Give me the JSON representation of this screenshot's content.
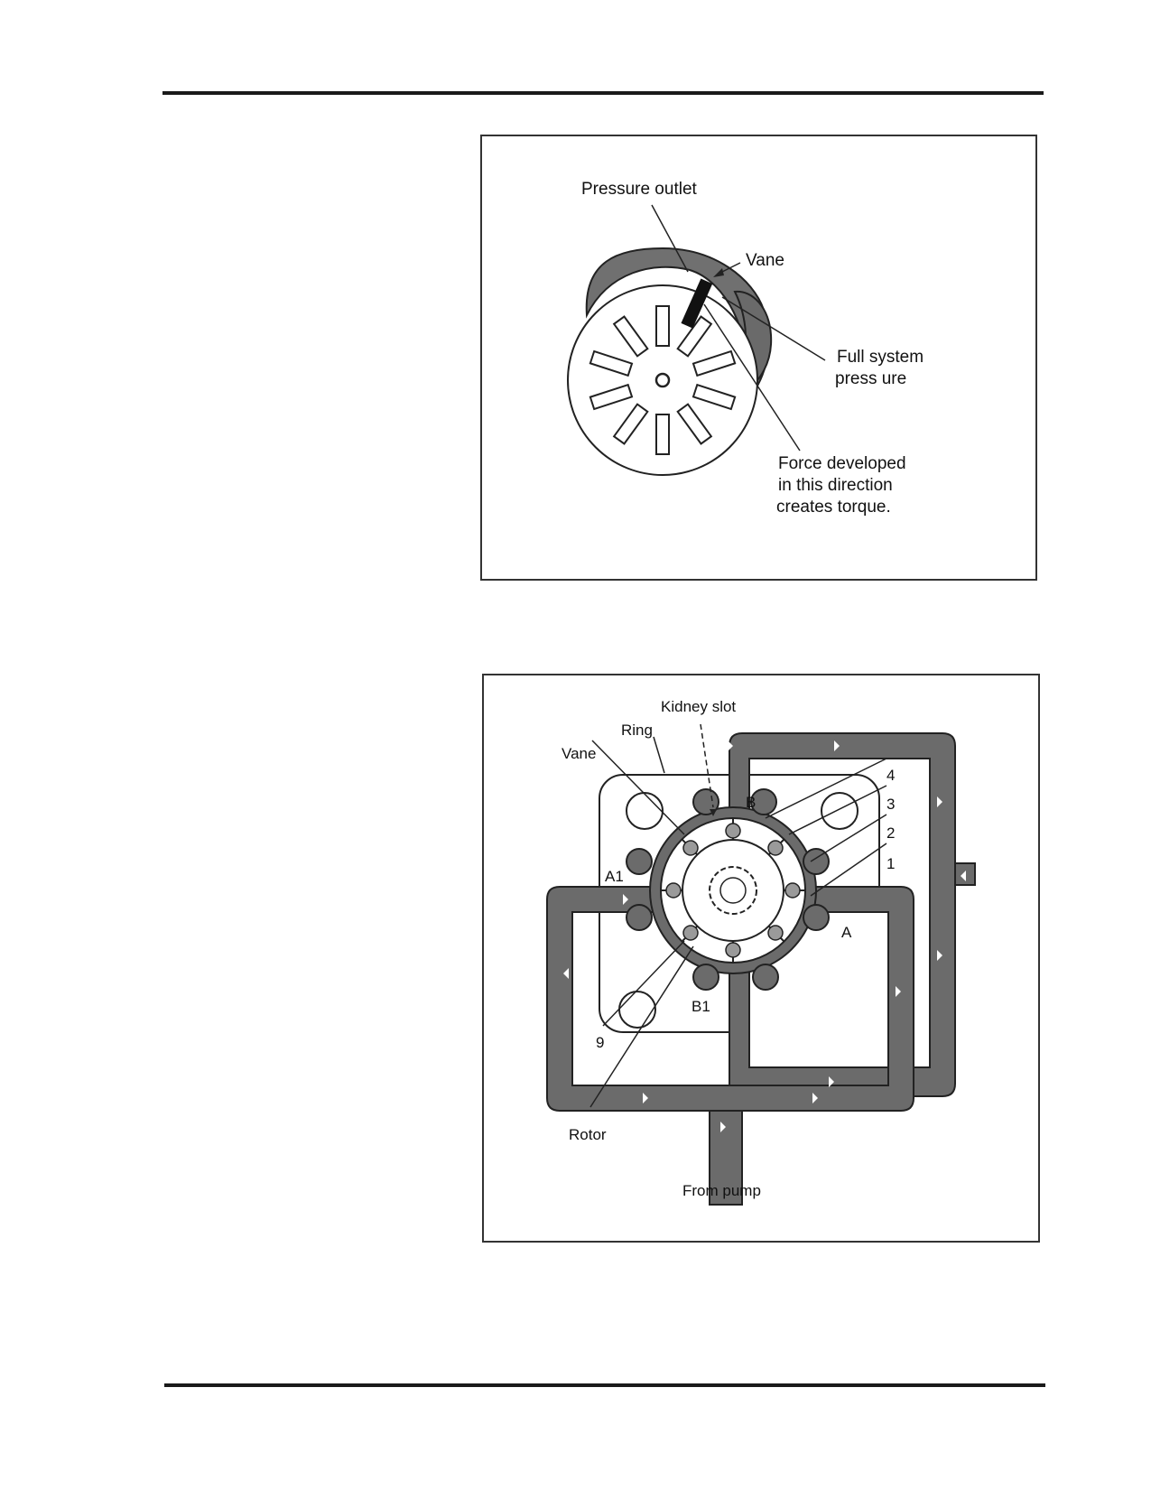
{
  "figure1": {
    "labels": {
      "pressure_outlet": "Pressure outlet",
      "vane": "Vane",
      "full_system_line1": "Full system",
      "full_system_line2": "press ure",
      "force_line1": "Force developed",
      "force_line2": "in this direction",
      "force_line3": "creates torque."
    }
  },
  "figure2": {
    "labels": {
      "kidney_slot": "Kidney slot",
      "ring": "Ring",
      "vane": "Vane",
      "port_b": "B",
      "port_a1": "A1",
      "port_a": "A",
      "port_b1": "B1",
      "num_4": "4",
      "num_3": "3",
      "num_2": "2",
      "num_1": "1",
      "num_9": "9",
      "rotor": "Rotor",
      "from_pump": "From pump"
    }
  }
}
